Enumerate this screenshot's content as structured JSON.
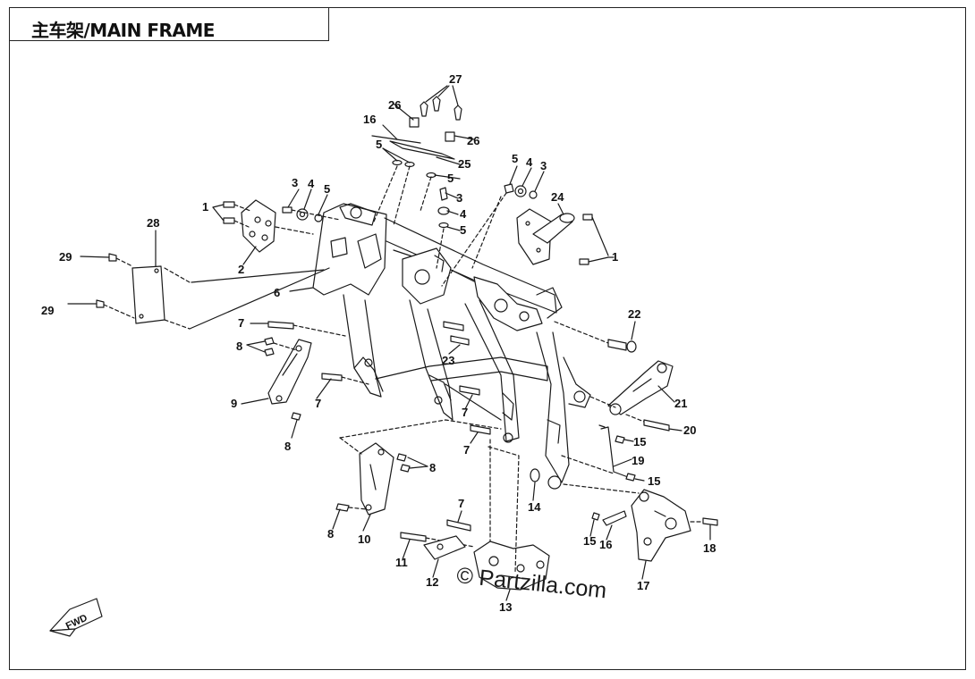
{
  "title": "主车架/MAIN FRAME",
  "watermark": "© Partzilla.com",
  "fwd_label": "FWD",
  "callouts": [
    {
      "id": "c27",
      "text": "27"
    },
    {
      "id": "c26a",
      "text": "26"
    },
    {
      "id": "c26b",
      "text": "26"
    },
    {
      "id": "c16a",
      "text": "16"
    },
    {
      "id": "c5a",
      "text": "5"
    },
    {
      "id": "c25",
      "text": "25"
    },
    {
      "id": "c5b",
      "text": "5"
    },
    {
      "id": "c3a",
      "text": "3"
    },
    {
      "id": "c4a",
      "text": "4"
    },
    {
      "id": "c5c",
      "text": "5"
    },
    {
      "id": "c5d",
      "text": "5"
    },
    {
      "id": "c4b",
      "text": "4"
    },
    {
      "id": "c3b",
      "text": "3"
    },
    {
      "id": "c24",
      "text": "24"
    },
    {
      "id": "c3c",
      "text": "3"
    },
    {
      "id": "c4c",
      "text": "4"
    },
    {
      "id": "c5e",
      "text": "5"
    },
    {
      "id": "c1a",
      "text": "1"
    },
    {
      "id": "c1b",
      "text": "1"
    },
    {
      "id": "c2",
      "text": "2"
    },
    {
      "id": "c28",
      "text": "28"
    },
    {
      "id": "c29a",
      "text": "29"
    },
    {
      "id": "c29b",
      "text": "29"
    },
    {
      "id": "c6",
      "text": "6"
    },
    {
      "id": "c7a",
      "text": "7"
    },
    {
      "id": "c8a",
      "text": "8"
    },
    {
      "id": "c9",
      "text": "9"
    },
    {
      "id": "c7b",
      "text": "7"
    },
    {
      "id": "c8b",
      "text": "8"
    },
    {
      "id": "c23",
      "text": "23"
    },
    {
      "id": "c22",
      "text": "22"
    },
    {
      "id": "c7c",
      "text": "7"
    },
    {
      "id": "c7d",
      "text": "7"
    },
    {
      "id": "c21",
      "text": "21"
    },
    {
      "id": "c20",
      "text": "20"
    },
    {
      "id": "c15a",
      "text": "15"
    },
    {
      "id": "c19",
      "text": "19"
    },
    {
      "id": "c15b",
      "text": "15"
    },
    {
      "id": "c8c",
      "text": "8"
    },
    {
      "id": "c10",
      "text": "10"
    },
    {
      "id": "c8d",
      "text": "8"
    },
    {
      "id": "c14",
      "text": "14"
    },
    {
      "id": "c7e",
      "text": "7"
    },
    {
      "id": "c11",
      "text": "11"
    },
    {
      "id": "c12",
      "text": "12"
    },
    {
      "id": "c13",
      "text": "13"
    },
    {
      "id": "c15c",
      "text": "15"
    },
    {
      "id": "c16b",
      "text": "16"
    },
    {
      "id": "c17",
      "text": "17"
    },
    {
      "id": "c18",
      "text": "18"
    }
  ]
}
